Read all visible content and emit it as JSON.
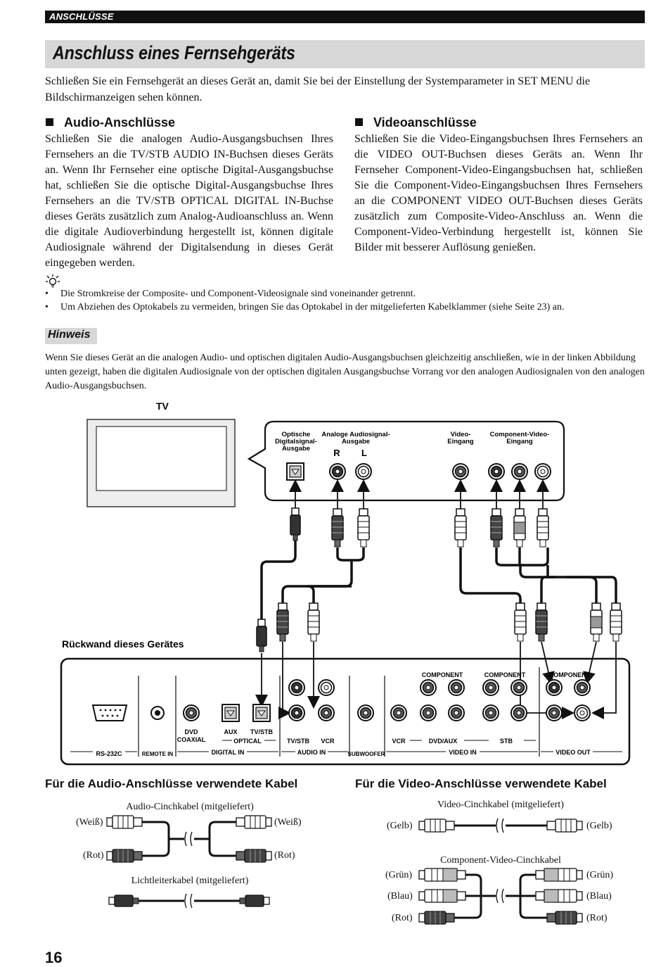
{
  "header": {
    "section": "ANSCHLÜSSE",
    "title": "Anschluss eines Fernsehgeräts"
  },
  "intro": "Schließen Sie ein Fernsehgerät an dieses Gerät an, damit Sie bei der Einstellung der Systemparameter in SET MENU die Bildschirmanzeigen sehen können.",
  "audio": {
    "heading": "Audio-Anschlüsse",
    "body": "Schließen Sie die analogen Audio-Ausgangsbuchsen Ihres Fernsehers an die TV/STB AUDIO IN-Buchsen dieses Geräts an. Wenn Ihr Fernseher eine optische Digital-Ausgangsbuchse hat, schließen Sie die optische Digital-Ausgangsbuchse Ihres Fernsehers an die TV/STB OPTICAL DIGITAL IN-Buchse dieses Geräts zusätzlich zum Analog-Audioanschluss an. Wenn die digitale Audioverbindung hergestellt ist, können digitale Audiosignale während der Digitalsendung in dieses Gerät eingegeben werden."
  },
  "video": {
    "heading": "Videoanschlüsse",
    "body": "Schließen Sie die Video-Eingangsbuchsen Ihres Fernsehers an die VIDEO OUT-Buchsen dieses Geräts an. Wenn Ihr Fernseher Component-Video-Eingangsbuchsen hat, schließen Sie die Component-Video-Eingangsbuchsen Ihres Fernsehers an die COMPONENT VIDEO OUT-Buchsen dieses Geräts zusätzlich zum Composite-Video-Anschluss an. Wenn die Component-Video-Verbindung hergestellt ist, können Sie Bilder mit besserer Auflösung genießen."
  },
  "tips": {
    "bullet": "•",
    "items": [
      "Die Stromkreise der Composite- und Component-Videosignale sind voneinander getrennt.",
      "Um Abziehen des Optokabels zu vermeiden, bringen Sie das Optokabel in der mitgelieferten Kabelklammer (siehe Seite 23) an."
    ]
  },
  "note": {
    "label": "Hinweis",
    "text": "Wenn Sie dieses Gerät an die analogen Audio- und optischen digitalen Audio-Ausgangsbuchsen gleichzeitig anschließen, wie in der linken Abbildung unten gezeigt, haben die digitalen Audiosignale von der optischen digitalen Ausgangsbuchse Vorrang vor den analogen Audiosignalen von den analogen Audio-Ausgangsbuchsen."
  },
  "diagram": {
    "tv": "TV",
    "optical_out": [
      "Optische",
      "Digitalsignal-",
      "Ausgabe"
    ],
    "analog_out": [
      "Analoge Audiosignal-",
      "Ausgabe"
    ],
    "r": "R",
    "l": "L",
    "video_in": [
      "Video-",
      "Eingang"
    ],
    "component_in": [
      "Component-Video-",
      "Eingang"
    ],
    "rear_panel": "Rückwand dieses Gerätes",
    "rs232c": "RS-232C",
    "remote_in": "REMOTE IN",
    "dvd_coaxial": [
      "DVD",
      "COAXIAL"
    ],
    "aux": "AUX",
    "tvstb": "TV/STB",
    "optical": "OPTICAL",
    "digital_in": "DIGITAL IN",
    "audio_tvstb": "TV/STB",
    "audio_vcr": "VCR",
    "audio_in": "AUDIO IN",
    "subwoofer": "SUBWOOFER",
    "component": "COMPONENT",
    "vcr": "VCR",
    "dvdaux": "DVD/AUX",
    "stb": "STB",
    "video_in_panel": "VIDEO IN",
    "video_out": "VIDEO OUT"
  },
  "cables": {
    "audio_heading": "Für die Audio-Anschlüsse verwendete Kabel",
    "video_heading": "Für die Video-Anschlüsse verwendete Kabel",
    "audio_rca": "Audio-Cinchkabel (mitgeliefert)",
    "optical": "Lichtleiterkabel (mitgeliefert)",
    "video_rca": "Video-Cinchkabel (mitgeliefert)",
    "component": "Component-Video-Cinchkabel",
    "white": "(Weiß)",
    "red": "(Rot)",
    "yellow": "(Gelb)",
    "green": "(Grün)",
    "blue": "(Blau)"
  },
  "page_number": "16"
}
